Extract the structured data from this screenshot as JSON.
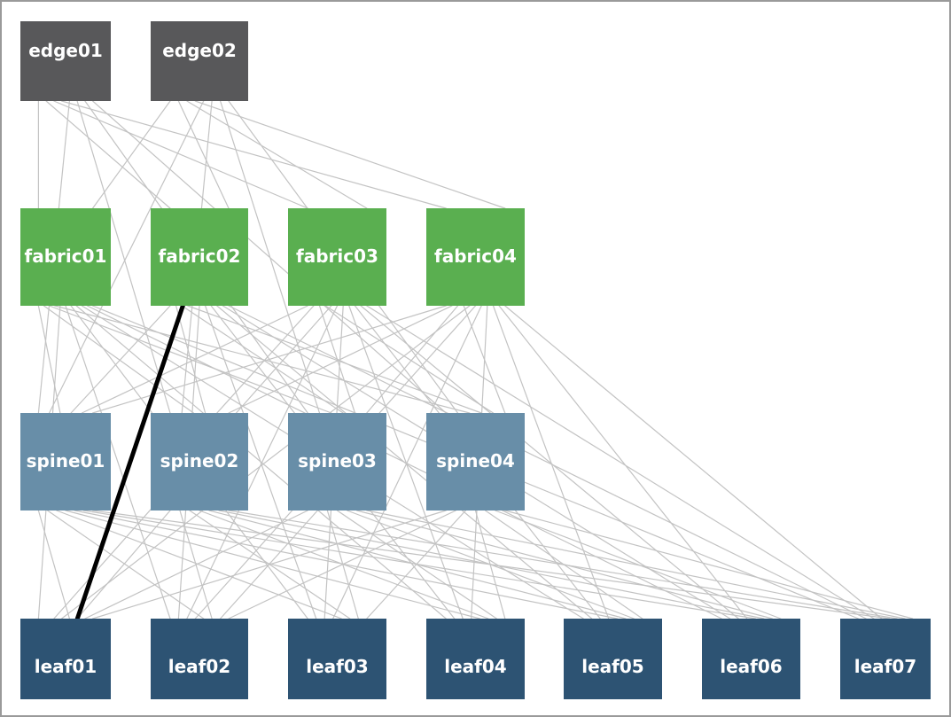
{
  "diagram": {
    "colors": {
      "edge": "#58585a",
      "fabric": "#5aaf50",
      "spine": "#688ea8",
      "leaf": "#2d5373",
      "link": "#c3c3c3",
      "highlight": "#000000"
    },
    "nodes": [
      {
        "id": "edge01",
        "label": "edge01",
        "tier": "edge"
      },
      {
        "id": "edge02",
        "label": "edge02",
        "tier": "edge"
      },
      {
        "id": "fabric01",
        "label": "fabric01",
        "tier": "fabric"
      },
      {
        "id": "fabric02",
        "label": "fabric02",
        "tier": "fabric"
      },
      {
        "id": "fabric03",
        "label": "fabric03",
        "tier": "fabric"
      },
      {
        "id": "fabric04",
        "label": "fabric04",
        "tier": "fabric"
      },
      {
        "id": "spine01",
        "label": "spine01",
        "tier": "spine"
      },
      {
        "id": "spine02",
        "label": "spine02",
        "tier": "spine"
      },
      {
        "id": "spine03",
        "label": "spine03",
        "tier": "spine"
      },
      {
        "id": "spine04",
        "label": "spine04",
        "tier": "spine"
      },
      {
        "id": "leaf01",
        "label": "leaf01",
        "tier": "leaf"
      },
      {
        "id": "leaf02",
        "label": "leaf02",
        "tier": "leaf"
      },
      {
        "id": "leaf03",
        "label": "leaf03",
        "tier": "leaf"
      },
      {
        "id": "leaf04",
        "label": "leaf04",
        "tier": "leaf"
      },
      {
        "id": "leaf05",
        "label": "leaf05",
        "tier": "leaf"
      },
      {
        "id": "leaf06",
        "label": "leaf06",
        "tier": "leaf"
      },
      {
        "id": "leaf07",
        "label": "leaf07",
        "tier": "leaf"
      }
    ],
    "highlighted_link": {
      "from": "fabric02",
      "to": "leaf01"
    }
  }
}
